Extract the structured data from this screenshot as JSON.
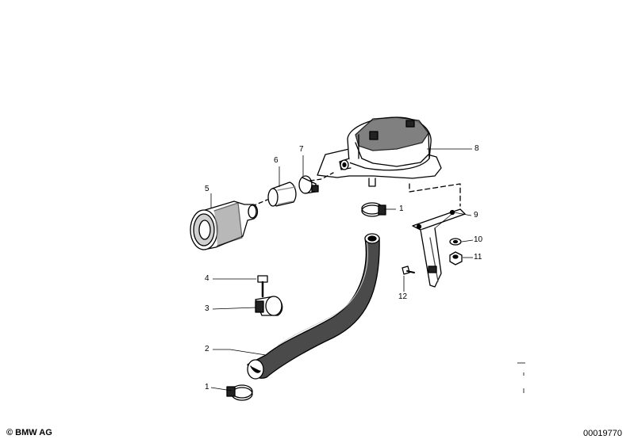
{
  "diagram": {
    "callouts": [
      {
        "number": "1"
      },
      {
        "number": "2"
      },
      {
        "number": "3"
      },
      {
        "number": "4"
      },
      {
        "number": "5"
      },
      {
        "number": "6"
      },
      {
        "number": "7"
      },
      {
        "number": "8"
      },
      {
        "number": "9"
      },
      {
        "number": "10"
      },
      {
        "number": "11"
      },
      {
        "number": "12"
      },
      {
        "number": "1"
      }
    ]
  },
  "footer": {
    "copyright": "© BMW AG",
    "image_number": "00019770"
  }
}
